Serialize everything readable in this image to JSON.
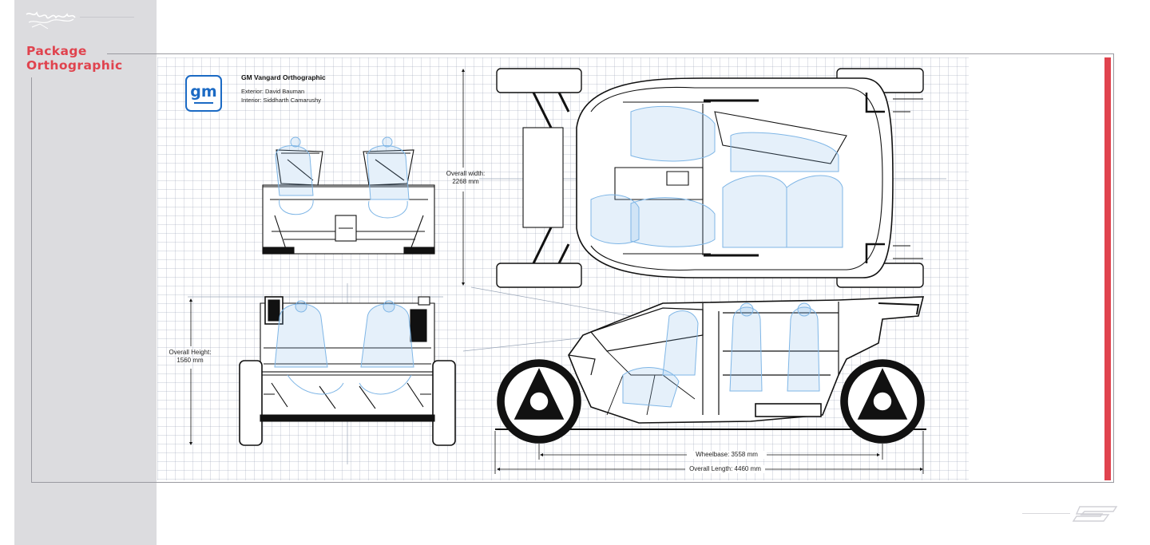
{
  "page": {
    "title_line1": "Package",
    "title_line2": "Orthographic"
  },
  "info": {
    "title": "GM Vangard Orthographic",
    "exterior": "Exterior: David Bauman",
    "interior": "Interior: Siddharth Camarushy",
    "logo_text": "gm"
  },
  "dimensions": {
    "width_label": "Overall width:",
    "width_value": "2268 mm",
    "height_label": "Overall Height:",
    "height_value": "1560 mm",
    "wheelbase": "Wheelbase: 3558 mm",
    "length": "Overall Length: 4460 mm"
  },
  "colors": {
    "accent": "#e0434e",
    "gm_blue": "#1b6ac4",
    "blueprint_blue": "#7fb6e6",
    "line": "#111111"
  },
  "icons": [
    "signature-logo-icon",
    "gm-logo-icon",
    "brand-mark-icon"
  ]
}
